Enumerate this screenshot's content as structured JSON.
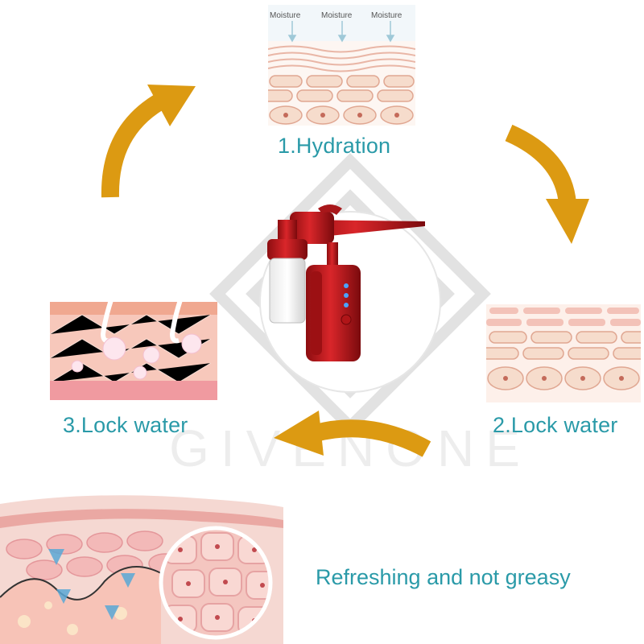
{
  "watermark": {
    "text": "GIVENONE"
  },
  "hydration_panel": {
    "moisture_labels": [
      "Moisture",
      "Moisture",
      "Moisture"
    ]
  },
  "steps": [
    {
      "label": "1.Hydration"
    },
    {
      "label": "2.Lock water"
    },
    {
      "label": "3.Lock water"
    }
  ],
  "tagline": "Refreshing and not greasy",
  "colors": {
    "accent_text": "#2a9aa8",
    "arrow": "#dc9a12",
    "device_red": "#c01a1c",
    "skin_pink": "#f3c2b8",
    "cell_fill": "#f6dccc"
  },
  "icons": [
    "curved-arrow-icon",
    "down-arrow-icon"
  ]
}
